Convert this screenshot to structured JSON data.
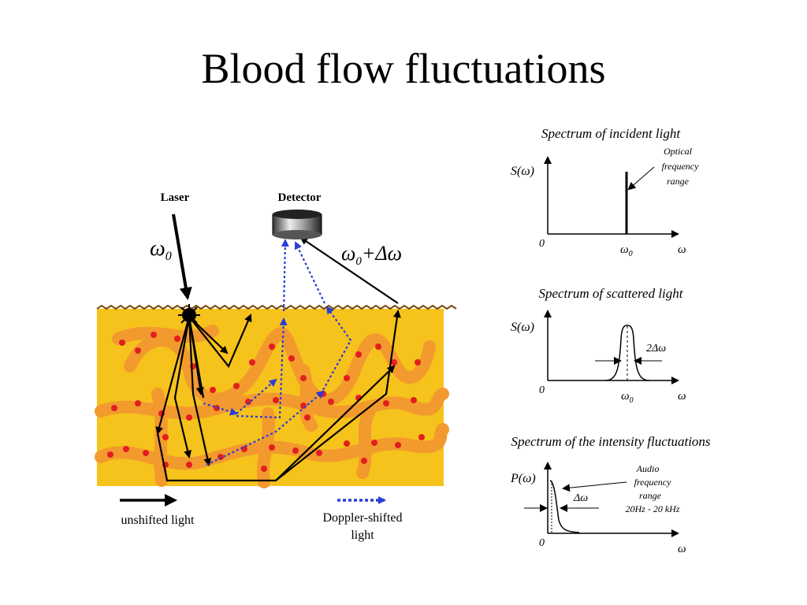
{
  "title": "Blood flow fluctuations",
  "colors": {
    "tissue": "#f6c21c",
    "vessel": "#f29a2e",
    "blood_cell": "#e31e1e",
    "doppler_arrow": "#2a3cd6",
    "unshifted_arrow": "#000000"
  },
  "tissue_diagram": {
    "laser_label": "Laser",
    "detector_label": "Detector",
    "laser_freq_symbol": "ω",
    "laser_freq_subscript": "0",
    "detected_freq_prefix": "ω",
    "detected_freq_subscript": "0",
    "detected_freq_suffix": "+Δω",
    "legend_unshifted": "unshifted light",
    "legend_doppler_line1": "Doppler-shifted",
    "legend_doppler_line2": "light"
  },
  "spectra": {
    "incident": {
      "title": "Spectrum of incident light",
      "y_label": "S(ω)",
      "annotation_lines": [
        "Optical",
        "frequency",
        "range"
      ],
      "x_tick": "ω",
      "x_tick_sub": "0",
      "origin": "0",
      "x_axis": "ω"
    },
    "scattered": {
      "title": "Spectrum of scattered light",
      "y_label": "S(ω)",
      "width_label": "2Δω",
      "x_tick": "ω",
      "x_tick_sub": "0",
      "origin": "0",
      "x_axis": "ω"
    },
    "intensity": {
      "title": "Spectrum of the intensity fluctuations",
      "y_label": "P(ω)",
      "width_label": "Δω",
      "annotation_lines": [
        "Audio",
        "frequency",
        "range",
        "20Hz - 20 kHz"
      ],
      "origin": "0",
      "x_axis": "ω"
    }
  }
}
